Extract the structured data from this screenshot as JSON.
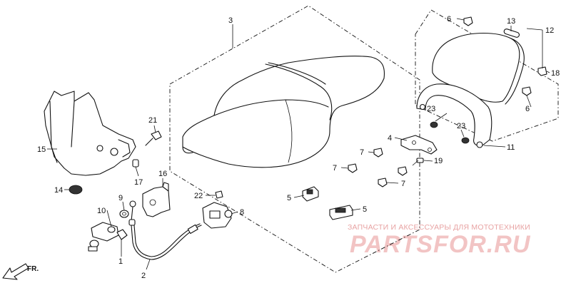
{
  "diagram": {
    "callouts": {
      "p1": "1",
      "p2": "2",
      "p3": "3",
      "p5a": "5",
      "p5b": "5",
      "p6a": "6",
      "p6b": "6",
      "p7a": "7",
      "p7b": "7",
      "p7c": "7",
      "p8": "8",
      "p9": "9",
      "p10": "10",
      "p11": "11",
      "p12": "12",
      "p13": "13",
      "p14": "14",
      "p15": "15",
      "p16": "16",
      "p17": "17",
      "p18": "18",
      "p19": "19",
      "p21": "21",
      "p22": "22",
      "p23a": "23",
      "p23b": "23",
      "p4": "4"
    },
    "direction_label": "FR."
  },
  "watermark": {
    "subtitle": "ЗАПЧАСТИ И АКСЕССУАРЫ ДЛЯ МОТОТЕХНИКИ",
    "brand": "PARTSFOR.RU"
  }
}
